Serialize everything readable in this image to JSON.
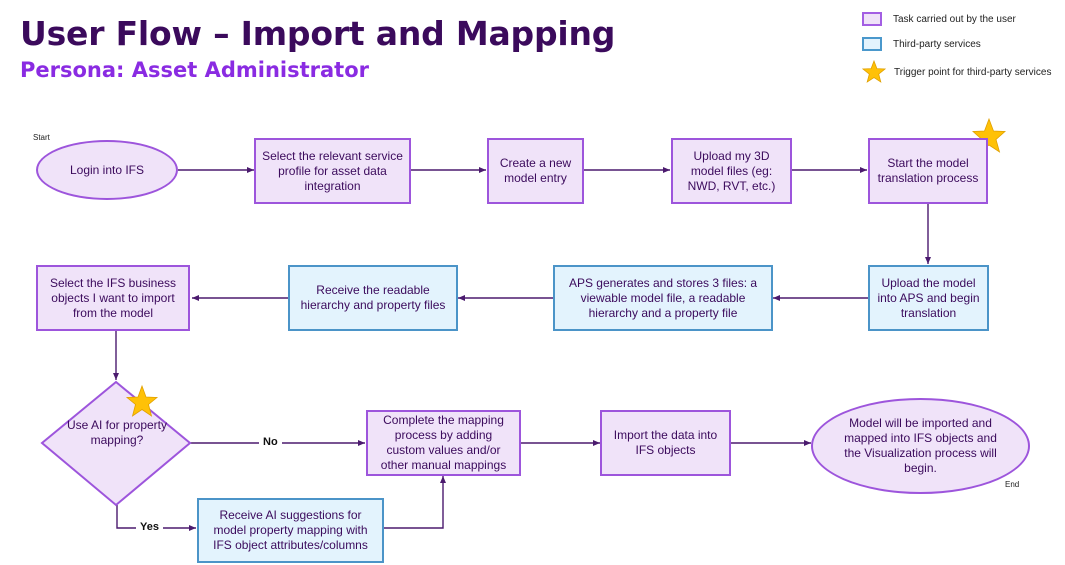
{
  "header": {
    "title": "User Flow – Import and Mapping",
    "subtitle": "Persona: Asset Administrator"
  },
  "legend": {
    "items": [
      {
        "icon": "user-task-swatch",
        "label": "Task carried out by the user"
      },
      {
        "icon": "third-party-swatch",
        "label": "Third-party services"
      },
      {
        "icon": "star-icon",
        "label": "Trigger point for third-party services"
      }
    ]
  },
  "colors": {
    "user_task_fill": "#f0e3f9",
    "user_task_border": "#9d55dc",
    "third_party_fill": "#e3f3fd",
    "third_party_border": "#4b94c8",
    "connector": "#4b1a6e",
    "star": "#ffc107",
    "title": "#3b0a5c",
    "subtitle": "#8a2be2"
  },
  "flow": {
    "start_label": "Start",
    "end_label": "End",
    "nodes": {
      "login": "Login into IFS",
      "select_profile": "Select the relevant service profile for asset data integration",
      "create_entry": "Create a new model entry",
      "upload_files": "Upload my 3D model files (eg: NWD, RVT, etc.)",
      "start_translation": "Start the model translation process",
      "upload_aps": "Upload the model into APS and begin translation",
      "aps_generates": "APS generates and stores 3 files: a viewable model file, a readable hierarchy and a property file",
      "receive_files": "Receive the readable hierarchy and property files",
      "select_objects": "Select the IFS business objects I want to import from the model",
      "decision_ai": "Use AI for property mapping?",
      "ai_suggestions": "Receive AI suggestions for model property mapping with IFS object attributes/columns",
      "complete_mapping": "Complete the mapping process by adding custom values and/or other manual mappings",
      "import_data": "Import the data into IFS objects",
      "end_node": "Model will be imported and mapped into IFS objects and the Visualization process will begin."
    },
    "edge_labels": {
      "no": "No",
      "yes": "Yes"
    }
  }
}
